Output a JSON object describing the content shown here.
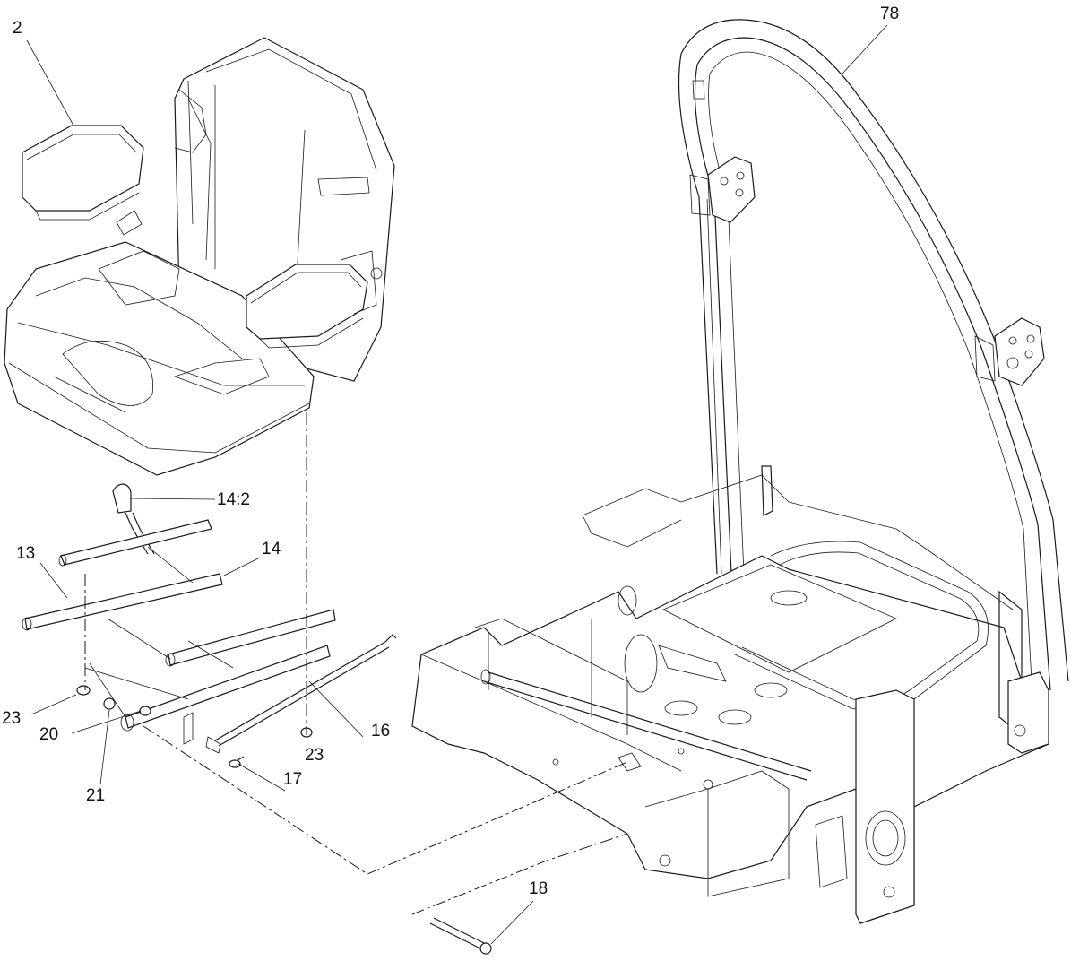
{
  "callouts": {
    "c2": "2",
    "c78": "78",
    "c14_2": "14:2",
    "c13": "13",
    "c14": "14",
    "c23a": "23",
    "c20": "20",
    "c16": "16",
    "c23b": "23",
    "c21": "21",
    "c17": "17",
    "c18": "18"
  },
  "parts": {
    "seat": "seat-assembly",
    "rops": "rollover-protection-bar",
    "frame": "chassis-frame",
    "slide-rails": "seat-slide-rails",
    "adjust-lever": "seat-adjust-lever",
    "rod": "latch-rod",
    "pin": "hinge-pin"
  },
  "colors": {
    "line": "#1a1a1a",
    "background": "#ffffff"
  }
}
